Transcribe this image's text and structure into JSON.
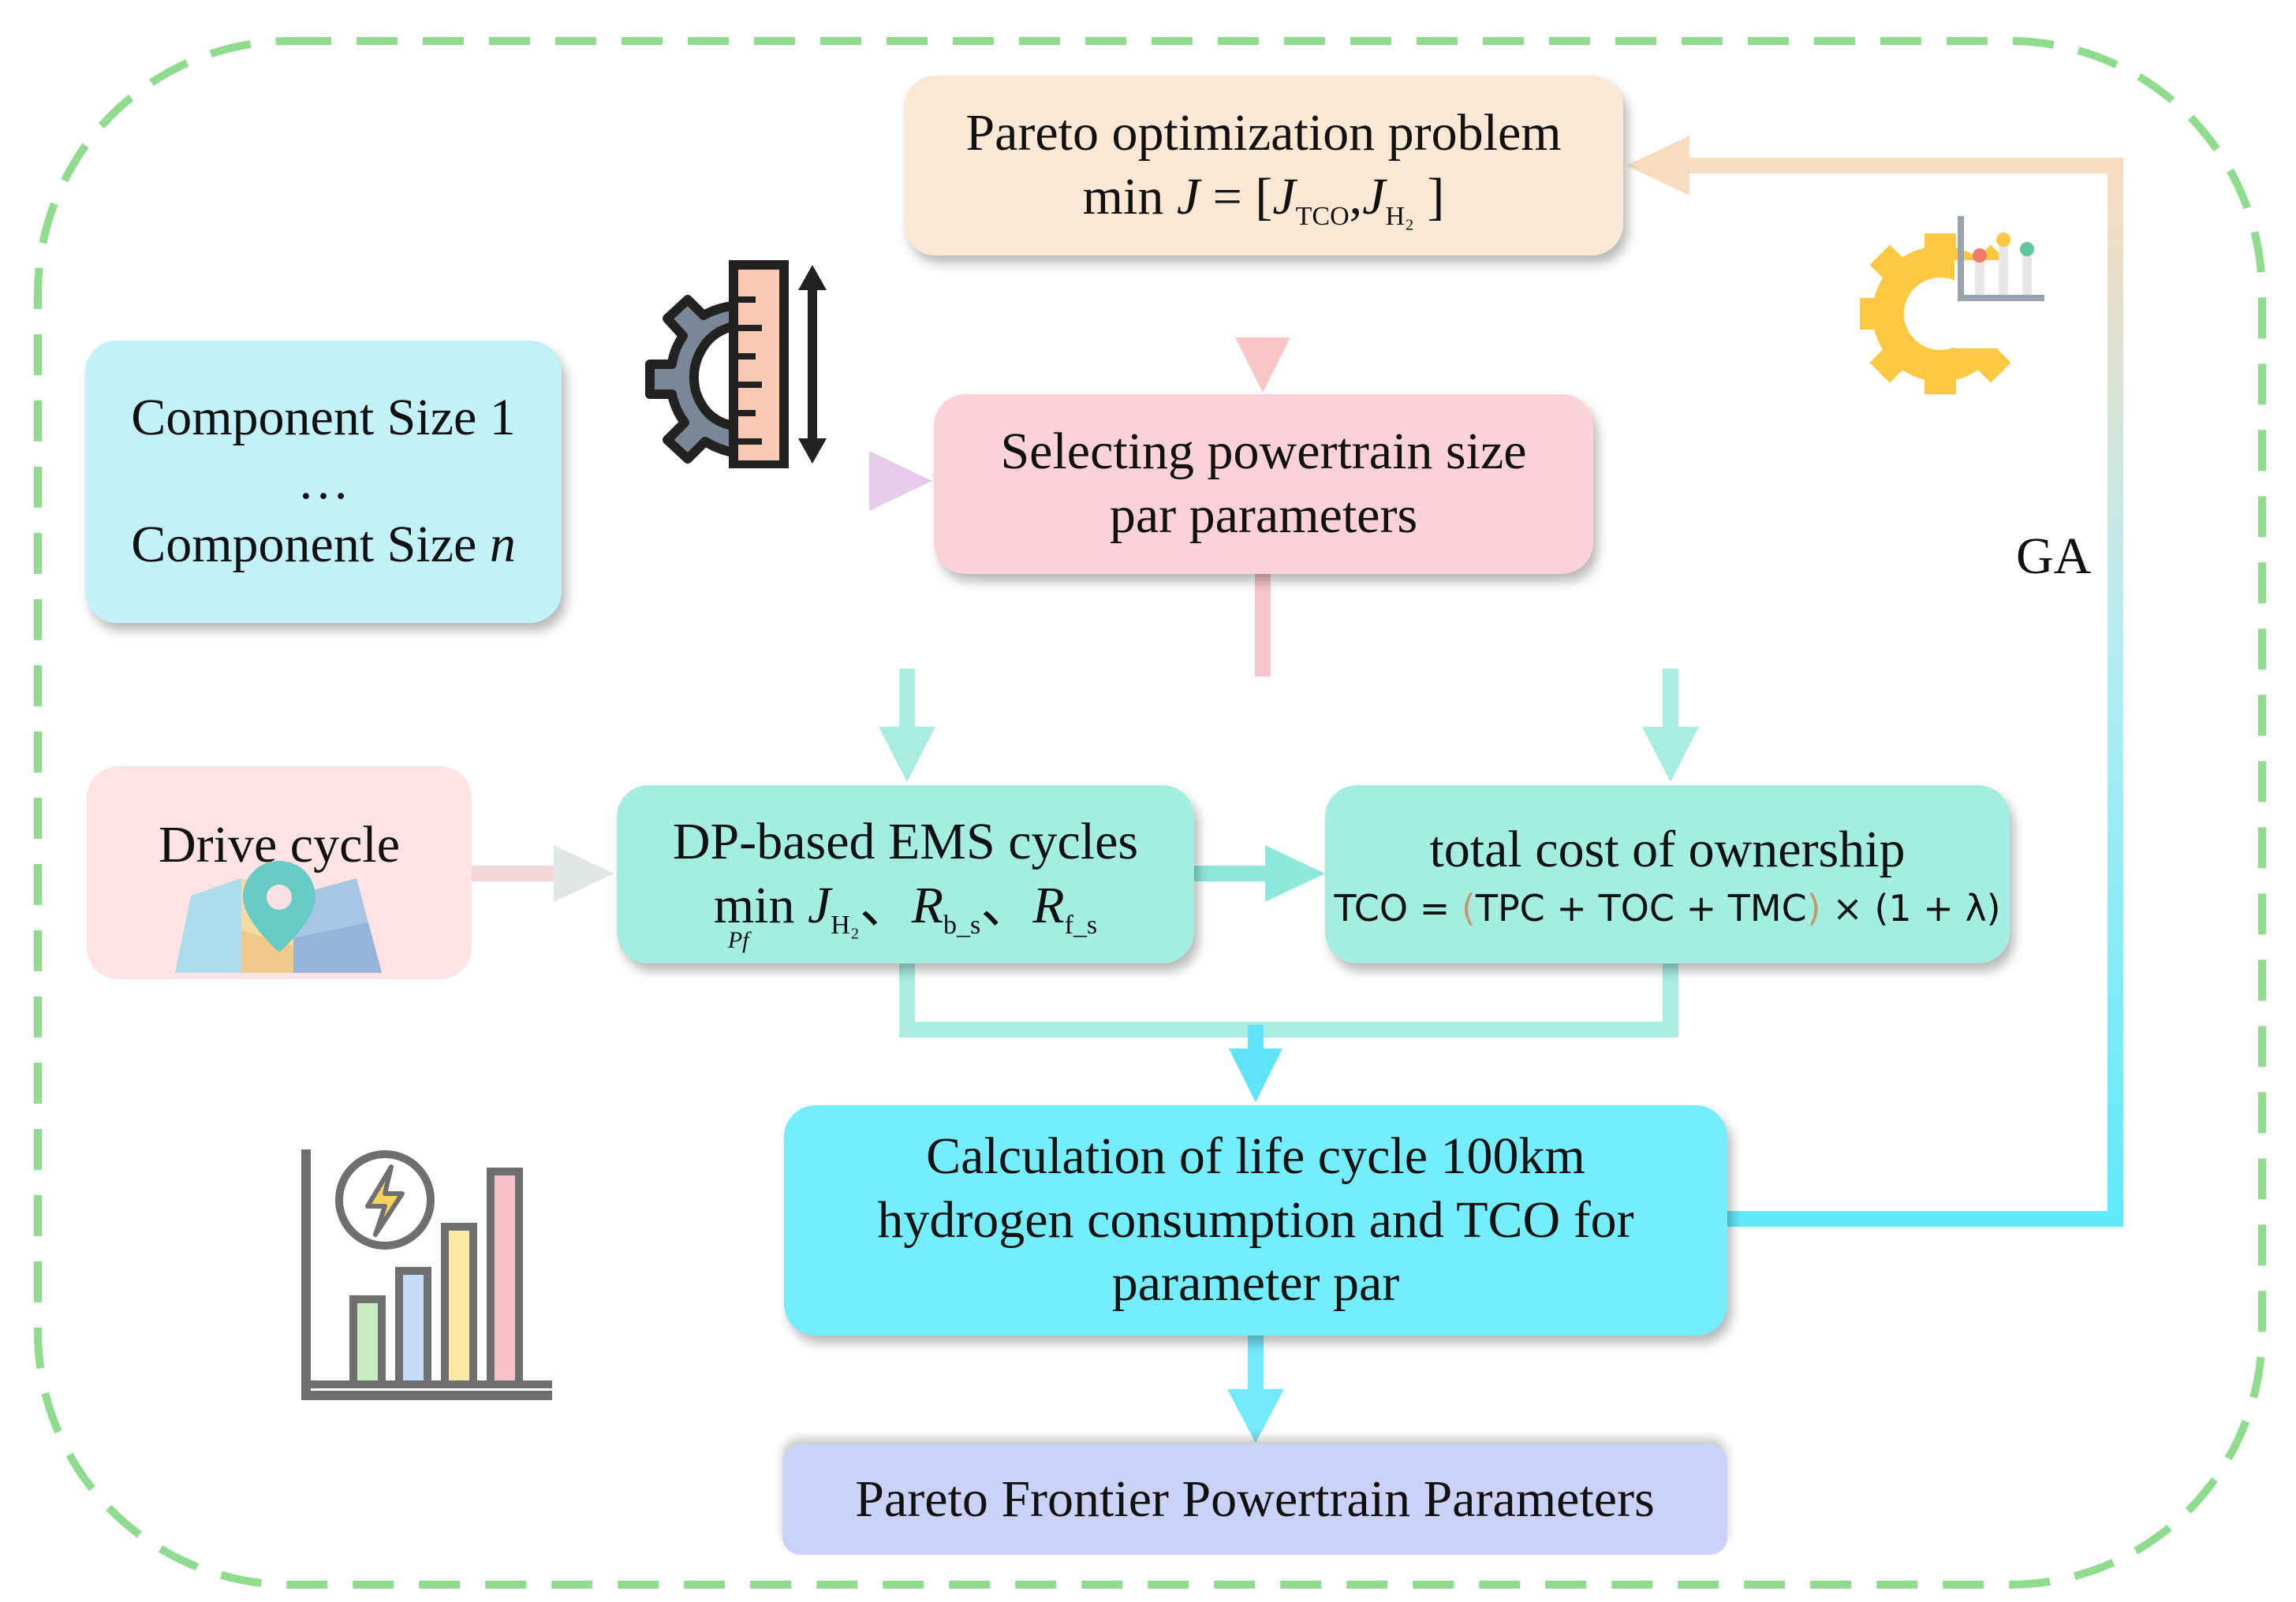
{
  "pareto_problem": {
    "title": "Pareto optimization problem",
    "formula_min": "min",
    "formula_J": "J",
    "formula_eq": "= [",
    "formula_J1": "J",
    "formula_sub1": "TCO",
    "formula_comma": ",",
    "formula_J2": "J",
    "formula_sub2": "H₂",
    "formula_close": "]"
  },
  "components": {
    "line1": "Component Size 1",
    "ellipsis": "…",
    "line3_prefix": "Component Size ",
    "line3_var": "n"
  },
  "selecting": {
    "line1": "Selecting powertrain size",
    "line2": "par parameters"
  },
  "drive_cycle": {
    "label": "Drive cycle"
  },
  "dp_ems": {
    "title": "DP-based EMS cycles",
    "min": "min",
    "min_sub": "Pf",
    "J": "J",
    "J_sub": "H₂",
    "sep1": "、",
    "R1": "R",
    "R1_sub": "b_s",
    "sep2": "、",
    "R2": "R",
    "R2_sub": "f_s"
  },
  "tco": {
    "title": "total cost of ownership",
    "eq_left": "TCO = ",
    "open_paren": "(",
    "inner": "TPC + TOC + TMC",
    "close_paren": ")",
    "eq_right": " × (1 + λ)"
  },
  "calculation": {
    "line1": "Calculation of life cycle 100km",
    "line2": "hydrogen consumption and TCO for",
    "line3": "parameter par"
  },
  "frontier": {
    "label": "Pareto Frontier Powertrain Parameters"
  },
  "ga_label": "GA",
  "icons": [
    "gear-ruler-icon",
    "gear-chart-icon",
    "map-pin-icon",
    "energy-bar-chart-icon"
  ],
  "colors": {
    "border_dashed": "#8fdc8f",
    "pareto_box": "#fbe8d4",
    "component_box": "#c2f1f7",
    "selecting_box": "#fcd2da",
    "drive_box": "#fde3e3",
    "dp_box": "#a4ede1",
    "tco_box": "#a4ede1",
    "calc_box": "#74eefc",
    "frontier_box": "#cbd2f7"
  }
}
